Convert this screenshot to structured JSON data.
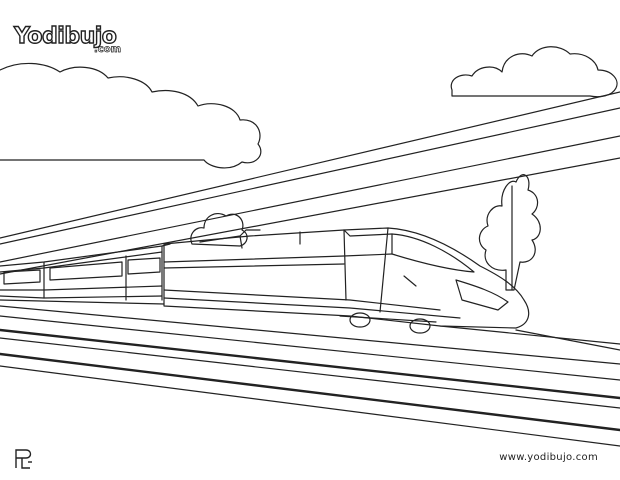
{
  "logo": {
    "name": "Yodibujo",
    "suffix": ".com"
  },
  "footer": {
    "url": "www.yodibujo.com"
  },
  "colors": {
    "line": "#222222",
    "background": "#ffffff"
  }
}
